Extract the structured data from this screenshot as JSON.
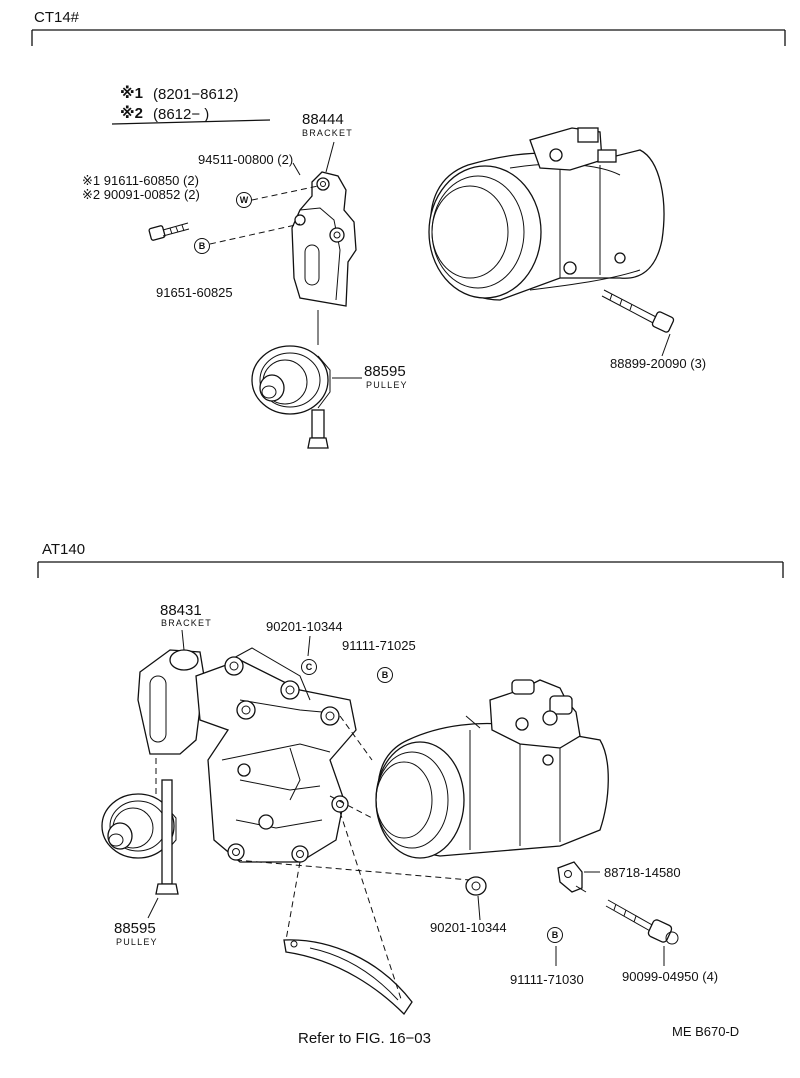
{
  "sections": {
    "top": {
      "model": "CT14#"
    },
    "bottom": {
      "model": "AT140"
    }
  },
  "legend": {
    "row1": {
      "mark": "※1",
      "range": "(8201−8612)"
    },
    "row2": {
      "mark": "※2",
      "range": "(8612−         )"
    }
  },
  "top_parts": {
    "bracket_no": "88444",
    "bracket_name": "BRACKET",
    "washer": "94511-00800 (2)",
    "bolt1": "※1 91611-60850 (2)",
    "bolt2": "※2 90091-00852 (2)",
    "bolt_b": "91651-60825",
    "pulley_no": "88595",
    "pulley_name": "PULLEY",
    "comp_bolt": "88899-20090 (3)",
    "mark_w": "W",
    "mark_b": "B"
  },
  "bottom_parts": {
    "bracket_no": "88431",
    "bracket_name": "BRACKET",
    "nut1": "90201-10344",
    "bolt1": "91111-71025",
    "pulley_no": "88595",
    "pulley_name": "PULLEY",
    "nut2": "90201-10344",
    "clamp": "88718-14580",
    "bolt2": "91111-71030",
    "comp_bolt": "90099-04950 (4)",
    "mark_c": "C",
    "mark_b": "B"
  },
  "footer": {
    "refer": "Refer to FIG. 16−03",
    "code": "ME B670-D"
  }
}
